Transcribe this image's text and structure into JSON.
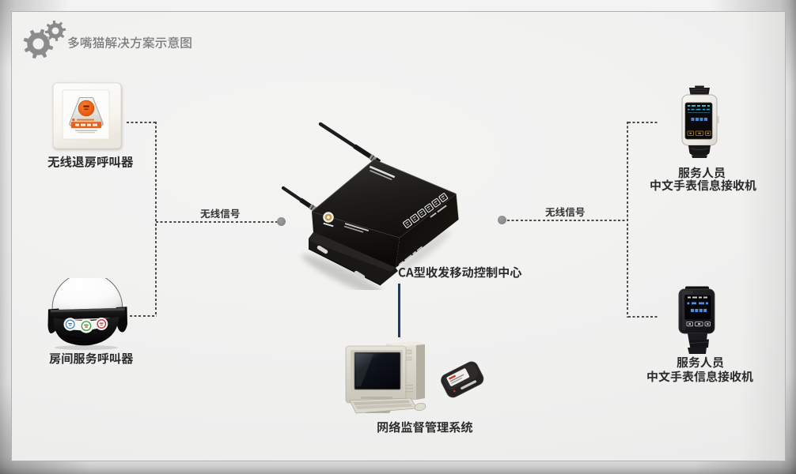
{
  "title": {
    "text": "多嘴猫解决方案示意图"
  },
  "nodes": {
    "checkout_caller": {
      "label": "无线退房呼叫器",
      "type": "wall-button"
    },
    "room_service_caller": {
      "label": "房间服务呼叫器",
      "type": "table-call-button"
    },
    "control_center": {
      "label": "CA型收发移动控制中心",
      "type": "transceiver-box"
    },
    "network_system": {
      "label": "网络监督管理系统",
      "type": "desktop-computer"
    },
    "staff_watch_top": {
      "label_line1": "服务人员",
      "label_line2": "中文手表信息接收机",
      "type": "wrist-watch-receiver"
    },
    "staff_watch_bottom": {
      "label_line1": "服务人员",
      "label_line2": "中文手表信息接收机",
      "type": "wrist-watch-receiver"
    }
  },
  "links": {
    "left_signal_label": "无线信号",
    "right_signal_label": "无线信号",
    "left_style": "dashed",
    "right_style": "dashed",
    "center_down_style": "solid"
  },
  "colors": {
    "title_gray": "#7b7b7b",
    "label_dark": "#2c2c2c",
    "dash_gray": "#4b4b4b",
    "node_dot_gray": "#8e8e8e",
    "accent_blue": "#1c3a6e",
    "button_orange": "#e8611a",
    "panel_border": "#b2b2b2"
  }
}
